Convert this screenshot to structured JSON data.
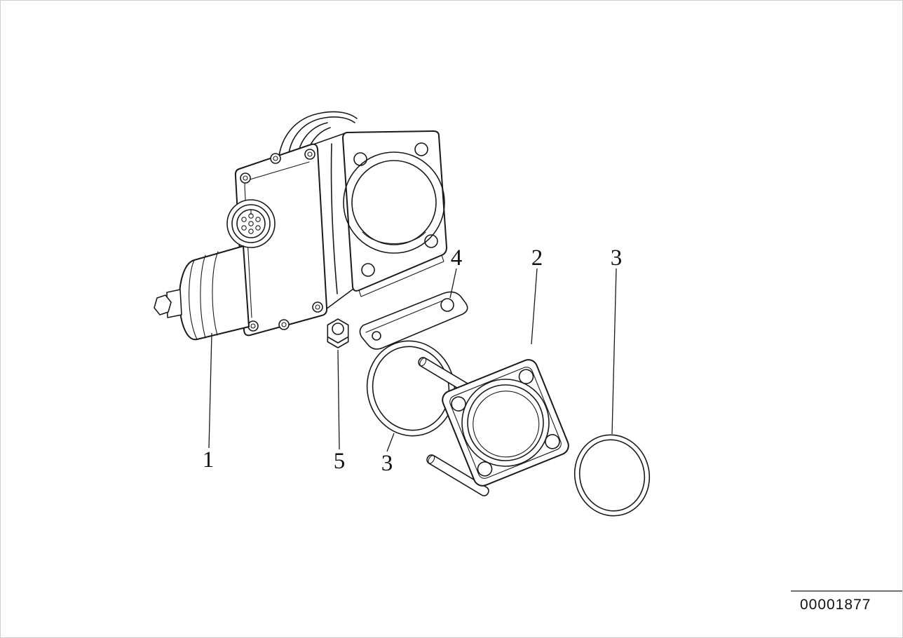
{
  "figure": {
    "kind": "exploded-parts-diagram",
    "subject": "throttle-body-actuator-with-flange-gasket-and-o-rings",
    "background": "#ffffff",
    "line_color": "#1a1a1a"
  },
  "callouts": [
    {
      "label": "1",
      "part": "throttle-body-actuator-assembly"
    },
    {
      "label": "5",
      "part": "hex-nut"
    },
    {
      "label": "3",
      "part": "gasket-ring"
    },
    {
      "label": "4",
      "part": "retaining-bracket"
    },
    {
      "label": "2",
      "part": "flange-with-studs"
    },
    {
      "label": "3",
      "part": "o-ring"
    }
  ],
  "footer": {
    "drawing_number": "00001877"
  }
}
